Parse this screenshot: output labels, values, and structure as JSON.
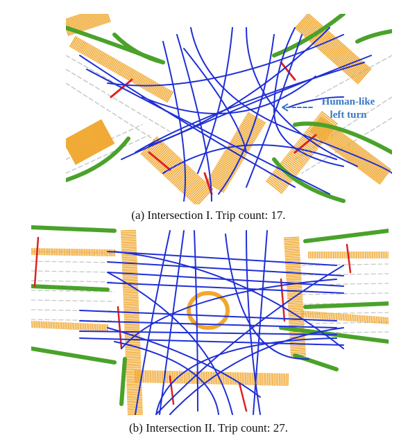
{
  "figure_a": {
    "caption": "(a) Intersection I. Trip count: 17.",
    "annotation_line1": "Human-like",
    "annotation_line2": "left turn",
    "trip_count": 17
  },
  "figure_b": {
    "caption": "(b) Intersection II. Trip count: 27.",
    "trip_count": 27
  },
  "colors": {
    "trajectory": "#1f2fd6",
    "crosswalk": "#f0a830",
    "curb": "#4aa22a",
    "lane_mark": "#e02020",
    "annotation": "#3a78c2",
    "road_line": "#c8c8c8"
  }
}
